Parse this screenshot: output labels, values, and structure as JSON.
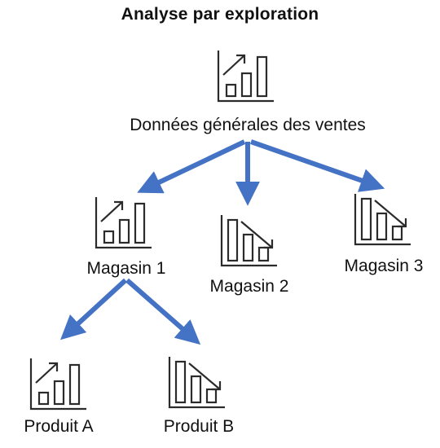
{
  "title": "Analyse par exploration",
  "nodes": {
    "root": {
      "label": "Données générales des ventes",
      "trend": "up"
    },
    "store1": {
      "label": "Magasin 1",
      "trend": "up"
    },
    "store2": {
      "label": "Magasin 2",
      "trend": "down"
    },
    "store3": {
      "label": "Magasin 3",
      "trend": "down"
    },
    "productA": {
      "label": "Produit A",
      "trend": "up"
    },
    "productB": {
      "label": "Produit B",
      "trend": "down"
    }
  },
  "icons": {
    "up": "bar-chart-growth-icon",
    "down": "bar-chart-decline-icon"
  },
  "colors": {
    "arrow": "#4472C4",
    "icon_stroke": "#2b2b2b",
    "text": "#111111"
  }
}
